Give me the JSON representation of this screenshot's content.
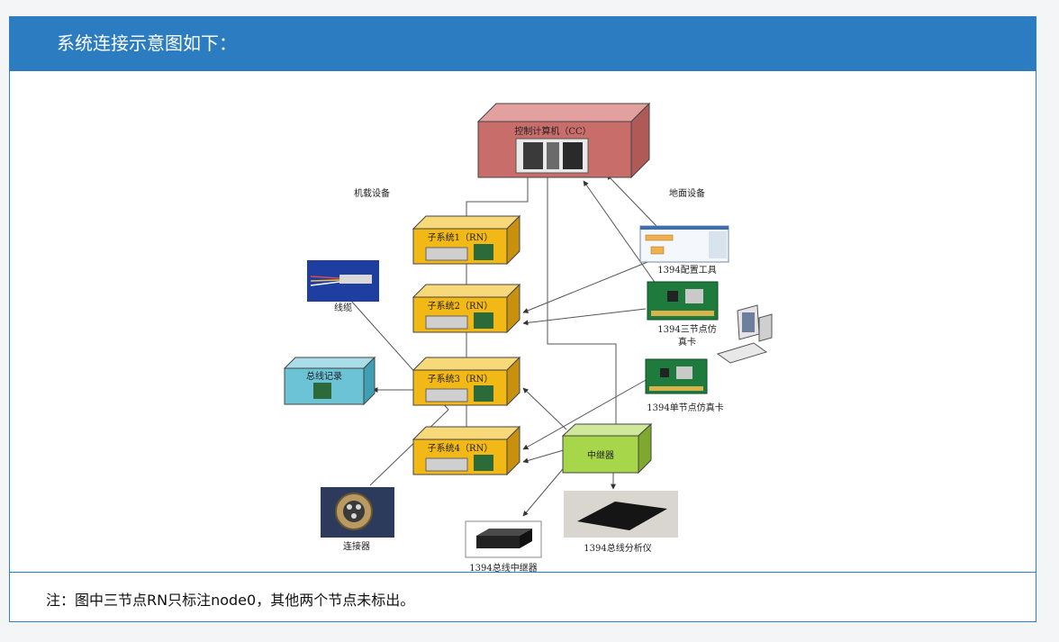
{
  "header": {
    "title": "系统连接示意图如下："
  },
  "footer": {
    "note": "注：图中三节点RN只标注node0，其他两个节点未标出。"
  },
  "diagram": {
    "control_computer": "控制计算机（CC）",
    "airborne_label": "机载设备",
    "ground_label": "地面设备",
    "subsystems": [
      "子系统1（RN）",
      "子系统2（RN）",
      "子系统3（RN）",
      "子系统4（RN）"
    ],
    "bus_recorder": "总线记录",
    "repeater": "中继器",
    "cable": "线缆",
    "connector": "连接器",
    "bus_repeater_device": "1394总线中继器",
    "bus_analyzer": "1394总线分析仪",
    "config_tool": "1394配置工具",
    "three_node_card_line1": "1394三节点仿",
    "three_node_card_line2": "真卡",
    "single_node_card": "1394单节点仿真卡",
    "colors": {
      "header_bg": "#2b7cc0",
      "control_box": "#c96d6b",
      "subsystem_box": "#f1b816",
      "recorder_box": "#6cc3d6",
      "repeater_box": "#a8d64a"
    }
  }
}
